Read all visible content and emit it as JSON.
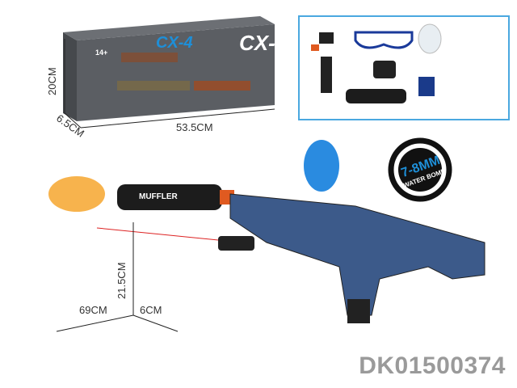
{
  "box": {
    "title": "CX-4",
    "age": "14+"
  },
  "box_dimensions": {
    "height": "20CM",
    "depth": "6.5CM",
    "width": "53.5CM"
  },
  "gun_dimensions": {
    "height": "21.5CM",
    "length": "69CM",
    "depth": "6CM"
  },
  "muffler_label": "MUFFLER",
  "badge": {
    "size": "7-8MM",
    "text": "WATER BOMB"
  },
  "sku": "DK01500374",
  "colors": {
    "accent": "#1e8fd8",
    "box": "#5a5d62",
    "sku": "#9a9a9a"
  }
}
